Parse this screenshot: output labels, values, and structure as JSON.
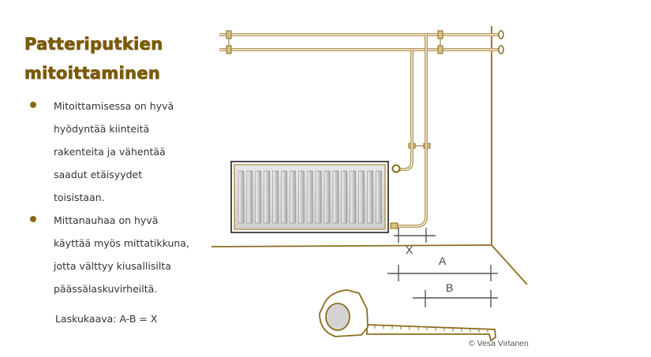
{
  "slide": {
    "title_lines": [
      "Patteriputkien",
      "mitoittaminen"
    ],
    "bullets": [
      {
        "lines": [
          "Mitoittamisessa on hyvä",
          "hyödyntää kiinteitä",
          "rakenteita ja vähentää",
          "saadut etäisyydet",
          "toisistaan."
        ]
      },
      {
        "lines": [
          "Mittanauhaa on hyvä",
          "käyttää myös mittatikkuna,",
          "jotta välttyy kiusallisilta",
          "päässälaskuvirheiltä."
        ]
      }
    ],
    "formula": "Laskukaava: A-B = X",
    "illustration": {
      "labels": {
        "x": "X",
        "a": "A",
        "b": "B"
      },
      "copyright": "© Vesa Virtanen"
    },
    "colors": {
      "title": "#7a5a0c",
      "bullet": "#8a6a14",
      "pipe": "#b79a55",
      "line": "#8a6d1e"
    }
  }
}
